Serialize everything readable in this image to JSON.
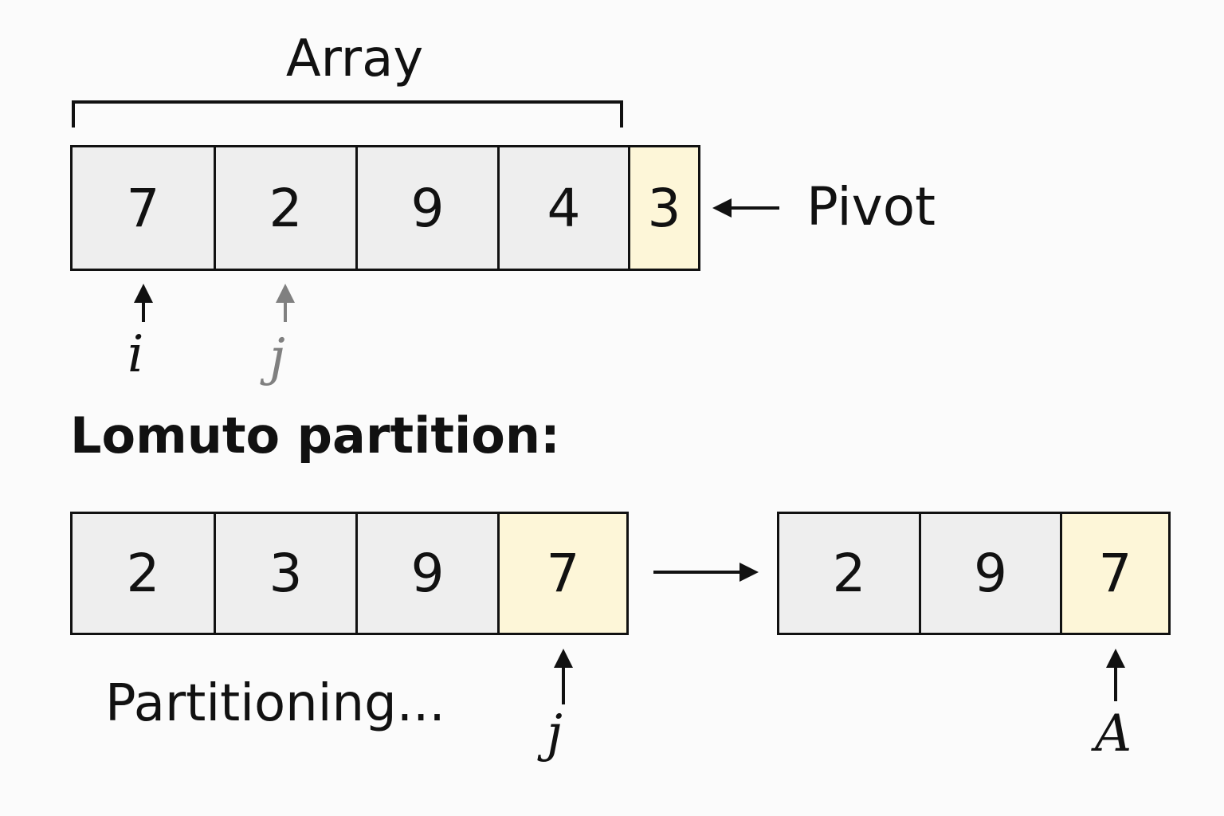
{
  "header": {
    "array_label": "Array",
    "pivot_label": "Pivot"
  },
  "top_array": {
    "cells": [
      "7",
      "2",
      "9",
      "4",
      "3"
    ],
    "highlight_index": 4,
    "pointer_i": "i",
    "pointer_j": "j"
  },
  "section": {
    "title": "Lomuto partition:"
  },
  "bottom_left_array": {
    "cells": [
      "2",
      "3",
      "9",
      "7"
    ],
    "highlight_index": 3,
    "pointer": "j",
    "status": "Partitioning..."
  },
  "bottom_right_array": {
    "cells": [
      "2",
      "9",
      "7"
    ],
    "highlight_index": 2,
    "pointer": "A"
  },
  "colors": {
    "cell_fill": "#eeeeee",
    "highlight_fill": "#fdf6d8",
    "pointer_gray": "#808080",
    "ink": "#111111"
  }
}
